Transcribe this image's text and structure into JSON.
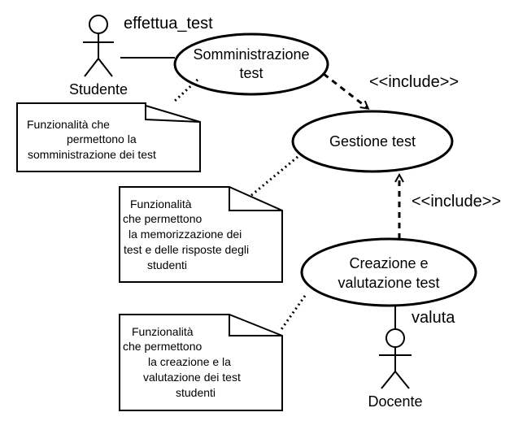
{
  "actors": {
    "studente": {
      "label": "Studente"
    },
    "docente": {
      "label": "Docente"
    }
  },
  "use_cases": {
    "somministrazione": {
      "line1": "Somministrazione",
      "line2": "test"
    },
    "gestione": {
      "label": "Gestione test"
    },
    "creazione": {
      "line1": "Creazione e",
      "line2": "valutazione test"
    }
  },
  "associations": {
    "effettua_test": "effettua_test",
    "valuta": "valuta"
  },
  "include_labels": {
    "top": "<<include>>",
    "bottom": "<<include>>"
  },
  "notes": {
    "note1": [
      "Funzionalità che",
      "permettono la",
      "somministrazione dei test"
    ],
    "note2": [
      "Funzionalità",
      "che permettono",
      "la memorizzazione dei",
      "test e delle risposte degli",
      "studenti"
    ],
    "note3": [
      "Funzionalità",
      "che permettono",
      "la creazione e la",
      "valutazione dei test",
      "studenti"
    ]
  }
}
